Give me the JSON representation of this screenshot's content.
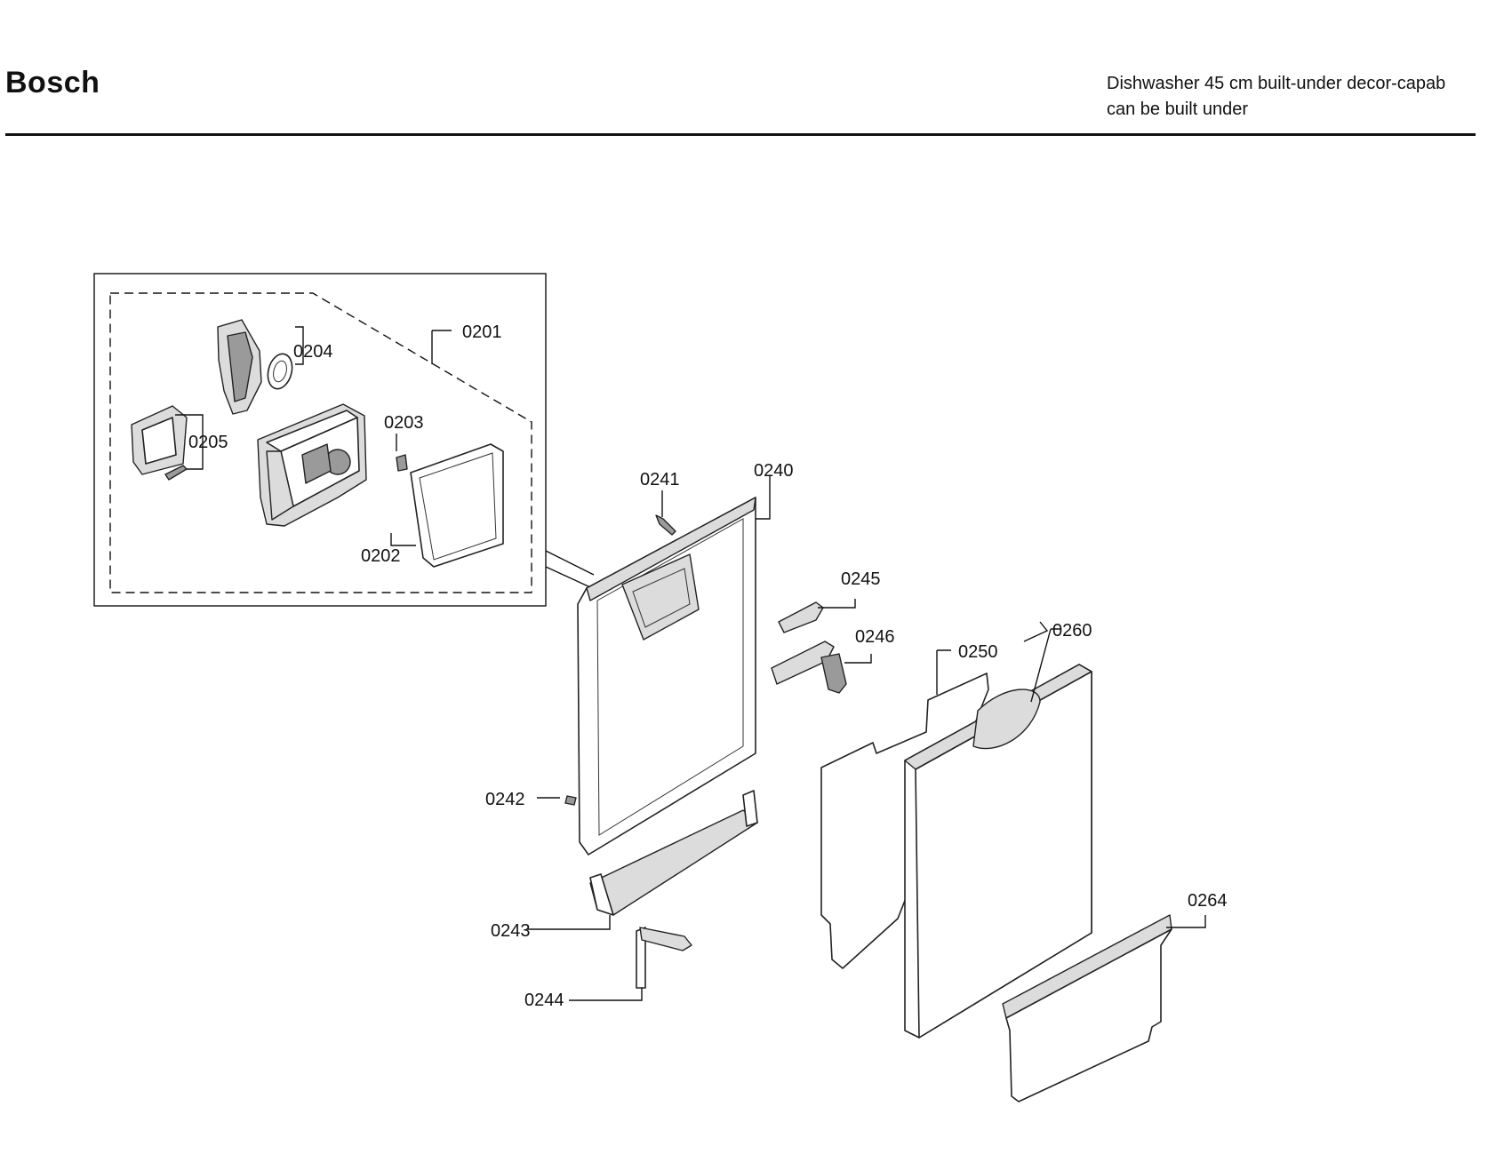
{
  "header": {
    "brand": "Bosch",
    "description_line1": "Dishwasher 45 cm built-under decor-capab",
    "description_line2": "can be built under"
  },
  "parts": {
    "p0201": "0201",
    "p0202": "0202",
    "p0203": "0203",
    "p0204": "0204",
    "p0205": "0205",
    "p0240": "0240",
    "p0241": "0241",
    "p0242": "0242",
    "p0243": "0243",
    "p0244": "0244",
    "p0245": "0245",
    "p0246": "0246",
    "p0250": "0250",
    "p0260": "0260",
    "p0264": "0264"
  }
}
